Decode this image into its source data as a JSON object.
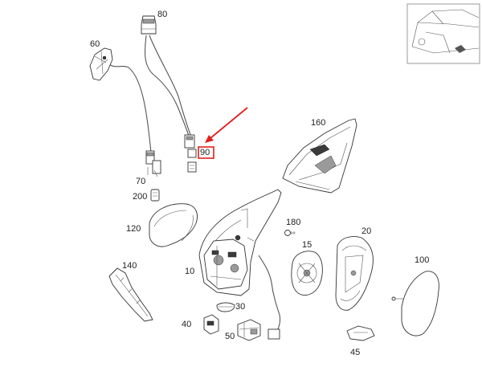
{
  "colors": {
    "highlight": "#e0201c",
    "line": "#333333"
  },
  "callouts": [
    {
      "id": "80",
      "text": "80"
    },
    {
      "id": "60",
      "text": "60"
    },
    {
      "id": "90",
      "text": "90",
      "highlighted": true
    },
    {
      "id": "70",
      "text": "70"
    },
    {
      "id": "200",
      "text": "200"
    },
    {
      "id": "160",
      "text": "160"
    },
    {
      "id": "120",
      "text": "120"
    },
    {
      "id": "180",
      "text": "180"
    },
    {
      "id": "15",
      "text": "15"
    },
    {
      "id": "20",
      "text": "20"
    },
    {
      "id": "100",
      "text": "100"
    },
    {
      "id": "140",
      "text": "140"
    },
    {
      "id": "10",
      "text": "10"
    },
    {
      "id": "30",
      "text": "30"
    },
    {
      "id": "40",
      "text": "40"
    },
    {
      "id": "50",
      "text": "50"
    },
    {
      "id": "45",
      "text": "45"
    }
  ],
  "pointer": {
    "target": "90",
    "icon": "red-arrow-icon"
  }
}
